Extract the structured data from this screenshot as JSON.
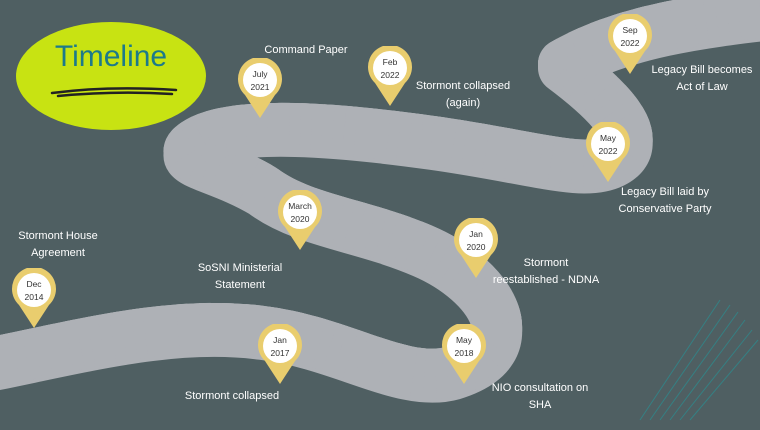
{
  "header": {
    "title": "Timeline"
  },
  "colors": {
    "background": "#4f5f62",
    "road": "#2b2d3c",
    "road_edge": "#c9cbcf",
    "badge": "#c8e312",
    "badge_text": "#1d7a8a",
    "pin": "#e9cd6e",
    "label": "#ffffff"
  },
  "milestones": [
    {
      "month": "Dec",
      "year": "2014",
      "label_lines": [
        "Stormont House",
        "Agreement"
      ]
    },
    {
      "month": "Jan",
      "year": "2017",
      "label_lines": [
        "Stormont collapsed"
      ]
    },
    {
      "month": "May",
      "year": "2018",
      "label_lines": [
        "NIO consultation on",
        "SHA"
      ]
    },
    {
      "month": "Jan",
      "year": "2020",
      "label_lines": [
        "Stormont",
        "reestablished - NDNA"
      ]
    },
    {
      "month": "March",
      "year": "2020",
      "label_lines": [
        "SoSNI Ministerial",
        "Statement"
      ]
    },
    {
      "month": "July",
      "year": "2021",
      "label_lines": [
        "Command Paper"
      ]
    },
    {
      "month": "Feb",
      "year": "2022",
      "label_lines": [
        "Stormont collapsed",
        "(again)"
      ]
    },
    {
      "month": "May",
      "year": "2022",
      "label_lines": [
        "Legacy Bill laid by",
        "Conservative Party"
      ]
    },
    {
      "month": "Sep",
      "year": "2022",
      "label_lines": [
        "Legacy Bill becomes",
        "Act of Law"
      ]
    }
  ]
}
